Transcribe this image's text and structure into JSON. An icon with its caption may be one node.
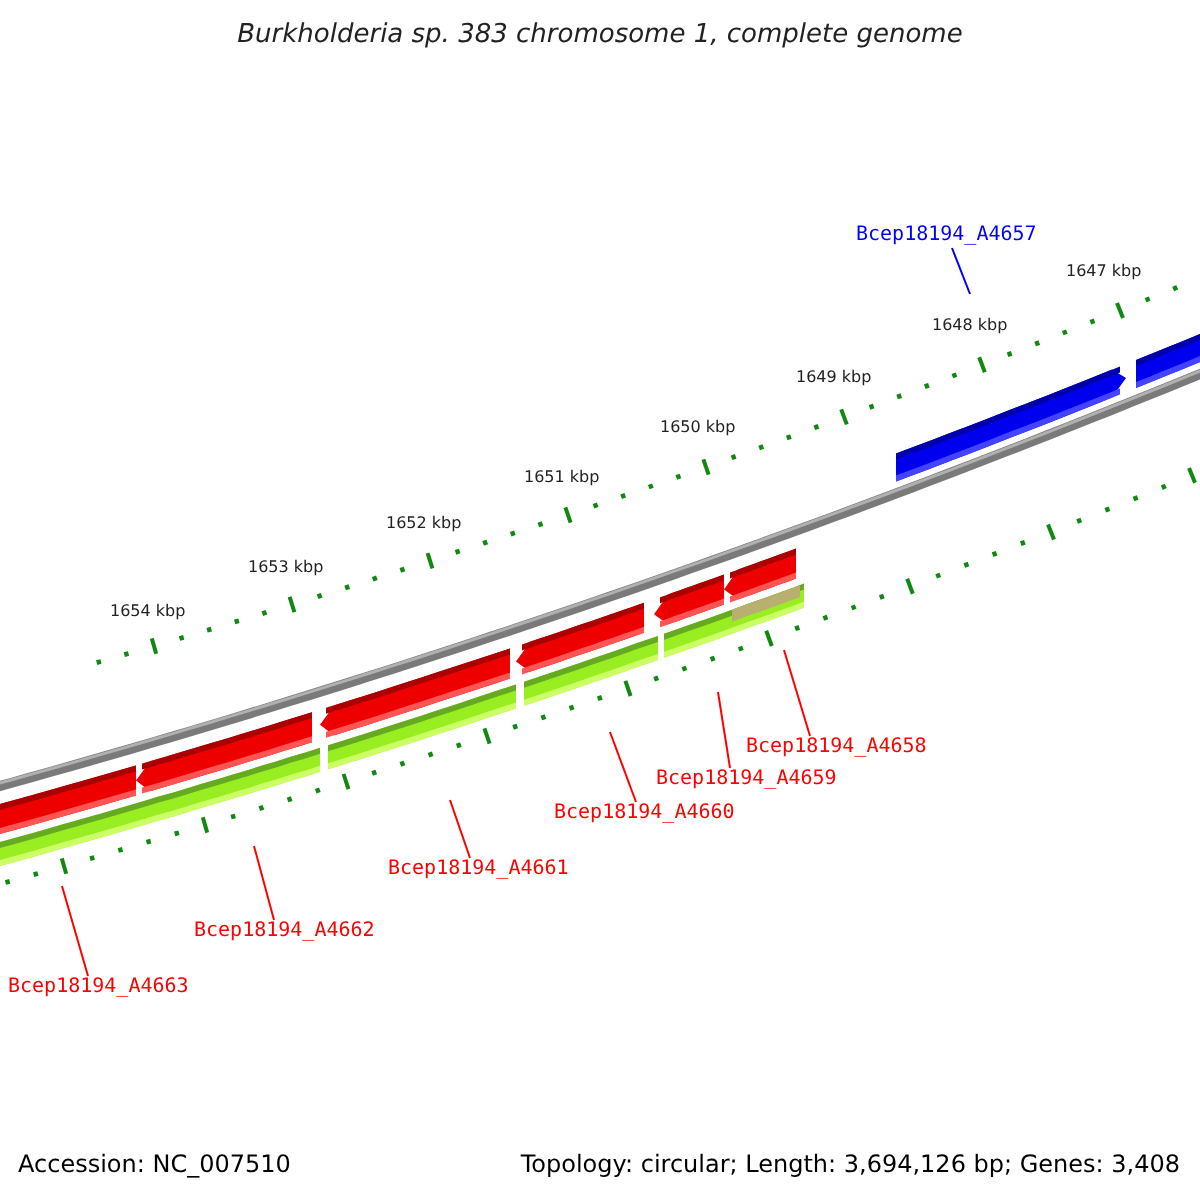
{
  "diagram": {
    "title": "Burkholderia sp. 383 chromosome 1, complete genome",
    "nodes": [
      {
        "text": [
          "Bcep18194_A4657"
        ]
      },
      {
        "text": [
          "Bcep18194_A4658"
        ]
      },
      {
        "text": [
          "Bcep18194_A4659"
        ]
      },
      {
        "text": [
          "Bcep18194_A4660"
        ]
      },
      {
        "text": [
          "Bcep18194_A4661"
        ]
      },
      {
        "text": [
          "Bcep18194_A4662"
        ]
      },
      {
        "text": [
          "Bcep18194_A4663"
        ]
      }
    ],
    "edges": [
      {
        "from": 0,
        "to": null,
        "arrow": "none",
        "color": "#0000ff"
      },
      {
        "from": 1,
        "to": null,
        "arrow": "none"
      },
      {
        "from": 2,
        "to": null,
        "arrow": "none"
      },
      {
        "from": 3,
        "to": null,
        "arrow": "none"
      },
      {
        "from": 4,
        "to": null,
        "arrow": "none"
      },
      {
        "from": 5,
        "to": null,
        "arrow": "none"
      },
      {
        "from": 6,
        "to": null,
        "arrow": "none"
      }
    ],
    "labels": [
      "1647 kbp",
      "1648 kbp",
      "1649 kbp",
      "1650 kbp",
      "1651 kbp",
      "1652 kbp",
      "1653 kbp",
      "1654 kbp",
      "Accession: NC_007510",
      "Topology: circular; Length: 3,694,126 bp; Genes: 3,408"
    ]
  }
}
